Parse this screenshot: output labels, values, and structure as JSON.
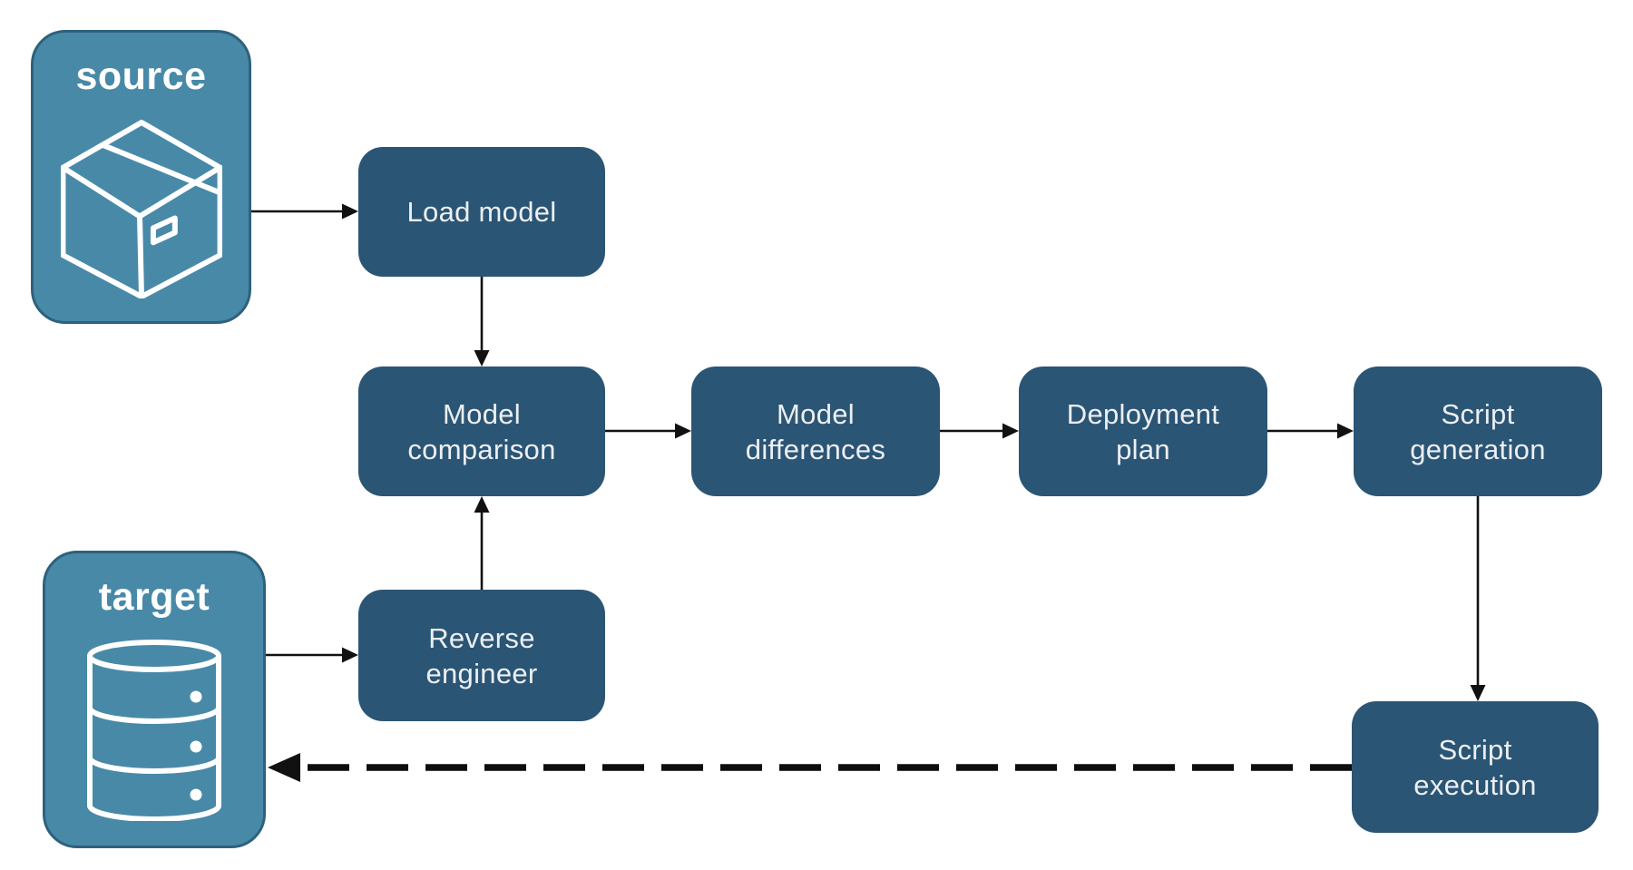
{
  "diagram": {
    "title": "",
    "background": "#ffffff",
    "colors": {
      "node_fill": "#2B5574",
      "node_text": "#ECEFF3",
      "entity_fill": "#4889A8",
      "entity_border": "#2E617C",
      "entity_text": "#FFFFFF",
      "arrow": "#111111"
    },
    "entities": {
      "source": {
        "label": "source",
        "icon": "package-icon"
      },
      "target": {
        "label": "target",
        "icon": "database-icon"
      }
    },
    "nodes": {
      "load_model": {
        "label": "Load model"
      },
      "model_comparison": {
        "label": "Model comparison"
      },
      "model_differences": {
        "label": "Model differences"
      },
      "deployment_plan": {
        "label": "Deployment plan"
      },
      "script_generation": {
        "label": "Script generation"
      },
      "reverse_engineer": {
        "label": "Reverse engineer"
      },
      "script_execution": {
        "label": "Script execution"
      }
    },
    "edges": [
      {
        "from": "source",
        "to": "load_model",
        "style": "solid"
      },
      {
        "from": "load_model",
        "to": "model_comparison",
        "style": "solid"
      },
      {
        "from": "model_comparison",
        "to": "model_differences",
        "style": "solid"
      },
      {
        "from": "model_differences",
        "to": "deployment_plan",
        "style": "solid"
      },
      {
        "from": "deployment_plan",
        "to": "script_generation",
        "style": "solid"
      },
      {
        "from": "script_generation",
        "to": "script_execution",
        "style": "solid"
      },
      {
        "from": "target",
        "to": "reverse_engineer",
        "style": "solid"
      },
      {
        "from": "reverse_engineer",
        "to": "model_comparison",
        "style": "solid"
      },
      {
        "from": "script_execution",
        "to": "target",
        "style": "dashed"
      }
    ]
  }
}
